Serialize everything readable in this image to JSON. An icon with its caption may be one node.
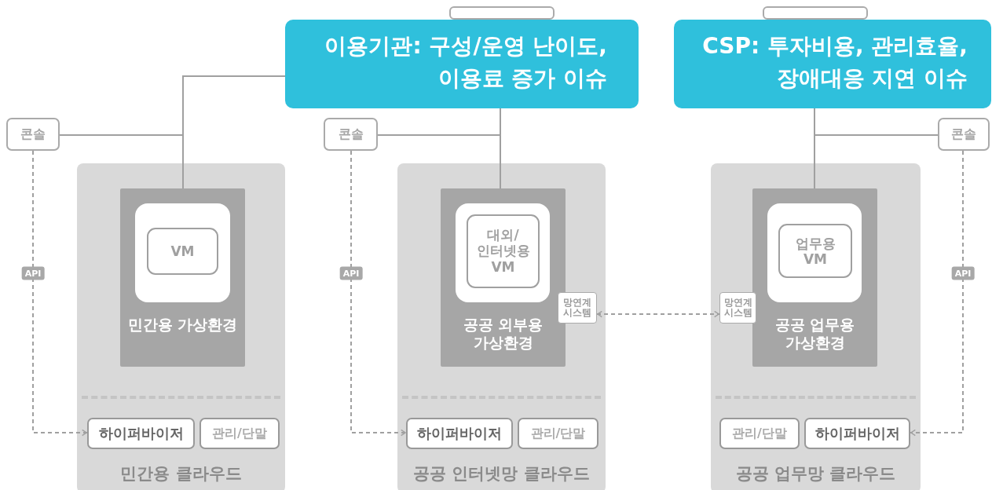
{
  "diagram": {
    "nodes": [
      {
        "text": [],
        "shape": "box"
      },
      {
        "text": [],
        "shape": "box"
      },
      {
        "text": [
          "이용기관: 구성/운영 난이도, 이용료 증가 이슈"
        ]
      },
      {
        "text": [
          "CSP: 투자비용, 관리효율, 장애대응 지연 이슈"
        ]
      },
      {
        "text": [
          "콘솔"
        ]
      },
      {
        "text": [
          "콘솔"
        ]
      },
      {
        "text": [
          "콘솔"
        ]
      },
      {
        "text": [
          "민간용 클라우드"
        ]
      },
      {
        "text": [
          "민간용 가상환경"
        ],
        "in": 7
      },
      {
        "text": [],
        "shape": "box",
        "in": 8
      },
      {
        "text": [
          "VM"
        ],
        "in": 9
      },
      {
        "text": [
          "하이퍼바이저"
        ],
        "in": 7
      },
      {
        "text": [
          "관리/단말"
        ],
        "in": 7
      },
      {
        "text": [
          "공공 인터넷망 클라우드"
        ]
      },
      {
        "text": [
          "공공 외부용 가상환경"
        ],
        "in": 13
      },
      {
        "text": [],
        "shape": "box",
        "in": 14
      },
      {
        "text": [
          "대외/ 인터넷용 VM"
        ],
        "in": 15
      },
      {
        "text": [
          "망연계 시스템"
        ],
        "in": 13
      },
      {
        "text": [
          "하이퍼바이저"
        ],
        "in": 13
      },
      {
        "text": [
          "관리/단말"
        ],
        "in": 13
      },
      {
        "text": [
          "공공 업무망 클라우드"
        ]
      },
      {
        "text": [
          "공공 업무용 가상환경"
        ],
        "in": 20
      },
      {
        "text": [],
        "shape": "box",
        "in": 21
      },
      {
        "text": [
          "업무용 VM"
        ],
        "in": 22
      },
      {
        "text": [
          "망연계 시스템"
        ],
        "in": 20
      },
      {
        "text": [
          "관리/단말"
        ],
        "in": 20
      },
      {
        "text": [
          "하이퍼바이저"
        ],
        "in": 20
      }
    ],
    "edges": [
      {
        "from": 2,
        "to": 8,
        "arrow": "none"
      },
      {
        "from": 4,
        "to": 8,
        "arrow": "none"
      },
      {
        "from": 2,
        "to": 14,
        "arrow": "none"
      },
      {
        "from": 5,
        "to": 14,
        "arrow": "none"
      },
      {
        "from": 3,
        "to": 21,
        "arrow": "none"
      },
      {
        "from": 6,
        "to": 21,
        "arrow": "none"
      },
      {
        "from": 4,
        "to": 11,
        "arrow": "to",
        "label": "API",
        "style": "dashed"
      },
      {
        "from": 5,
        "to": 18,
        "arrow": "to",
        "label": "API",
        "style": "dashed"
      },
      {
        "from": 6,
        "to": 26,
        "arrow": "to",
        "label": "API",
        "style": "dashed"
      },
      {
        "from": 17,
        "to": 24,
        "arrow": "both",
        "style": "dashed"
      }
    ]
  }
}
